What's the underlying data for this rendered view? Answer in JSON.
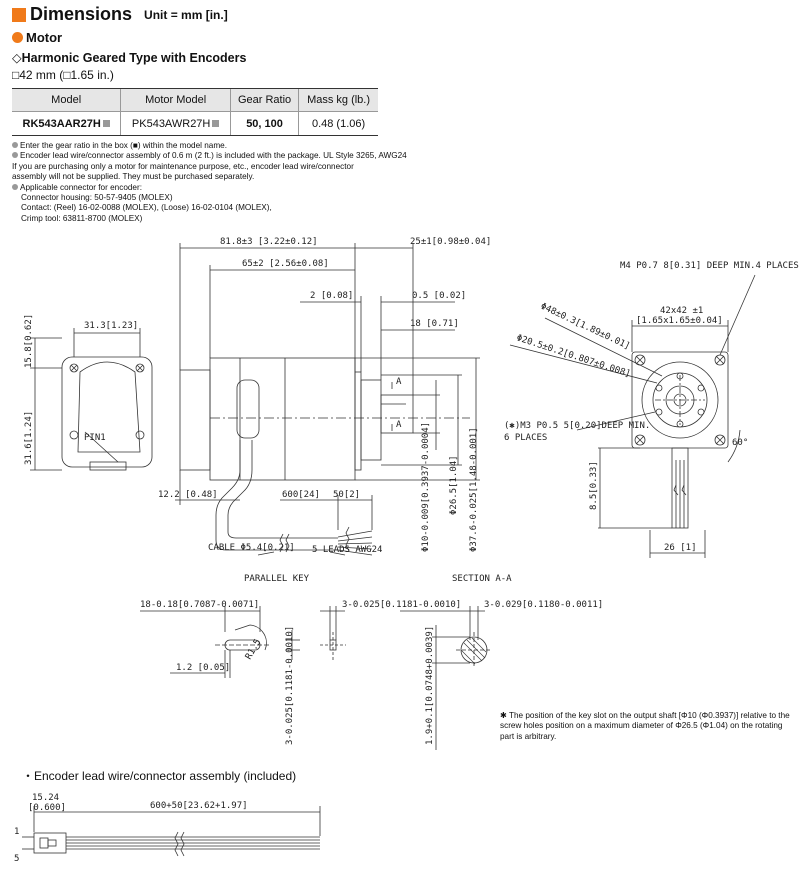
{
  "header": {
    "title": "Dimensions",
    "unit": "Unit = mm [in.]"
  },
  "section": "Motor",
  "subsection": "Harmonic Geared Type with Encoders",
  "frame_size": "42 mm (□1.65 in.)",
  "table": {
    "headers": [
      "Model",
      "Motor Model",
      "Gear Ratio",
      "Mass kg (lb.)"
    ],
    "row": [
      "RK543AAR27H",
      "PK543AWR27H",
      "50, 100",
      "0.48 (1.06)"
    ]
  },
  "notes": [
    "Enter the gear ratio in the box (■) within the model name.",
    "Encoder lead wire/connector assembly of 0.6 m (2 ft.) is included with the package. UL Style 3265, AWG24",
    "If you are purchasing only a motor for maintenance purpose, etc., encoder lead wire/connector",
    "assembly will not be supplied. They must be purchased separately.",
    "Applicable connector for encoder:",
    "Connector housing: 50-57-9405 (MOLEX)",
    "Contact: (Reel) 16-02-0088 (MOLEX), (Loose) 16-02-0104 (MOLEX),",
    "Crimp tool: 63811-8700 (MOLEX)"
  ],
  "footnote": "✱ The position of the key slot on the output shaft [Φ10 (Φ0.3937)] relative to the screw holes position on a maximum diameter of Φ26.5 (Φ1.04) on the rotating part is arbitrary.",
  "encoder_title": "・Encoder lead wire/connector assembly (included)",
  "labels": {
    "d_81_8": "81.8±3 [3.22±0.12]",
    "d_65": "65±2 [2.56±0.08]",
    "d_25": "25±1[0.98±0.04]",
    "d_2": "2 [0.08]",
    "d_0_5": "0.5 [0.02]",
    "d_18": "18 [0.71]",
    "d_31_3": "31.3[1.23]",
    "d_15_8": "15.8[0.62]",
    "d_31_6": "31.6[1.24]",
    "pin1": "PIN1",
    "d_12_2": "12.2 [0.48]",
    "d_600": "600[24]",
    "d_50": "50[2]",
    "cable": "CABLE Φ5.4[0.21]",
    "leads": "5 LEADS AWG24",
    "phi10": "Φ10-0.009[0.3937-0.0004]",
    "phi26_5": "Φ26.5[1.04]",
    "phi37": "Φ37.6-0.025[1.48-0.001]",
    "sec_a": "A",
    "m4": "M4 P0.7 8[0.31] DEEP MIN.4 PLACES",
    "d_42": "42x42 ±1",
    "d_42in": "[1.65x1.65±0.04]",
    "phi48": "Φ48±0.3[1.89±0.01]",
    "phi20_5": "Φ20.5±0.2[0.807±0.008]",
    "m3": "(✱)M3 P0.5 5[0.20]DEEP MIN.",
    "m3b": "6 PLACES",
    "ang60": "60°",
    "d_8_5": "8.5[0.33]",
    "d_26": "26 [1]",
    "parallel_key": "PARALLEL KEY",
    "section_aa": "SECTION A-A",
    "k_18": "18-0.18[0.7087-0.0071]",
    "k_1_2": "1.2 [0.05]",
    "k_r": "R1.5",
    "k_3a": "3-0.025[0.1181-0.0010]",
    "k_3b": "3-0.025[0.1181-0.0010]",
    "k_1_9": "1.9+0.1[0.0748+0.0039]",
    "k_3c": "3-0.029[0.1180-0.0011]",
    "e_15_24": "15.24",
    "e_0_600": "[0.600]",
    "e_600": "600+50[23.62+1.97]",
    "e_1": "1",
    "e_5": "5"
  }
}
